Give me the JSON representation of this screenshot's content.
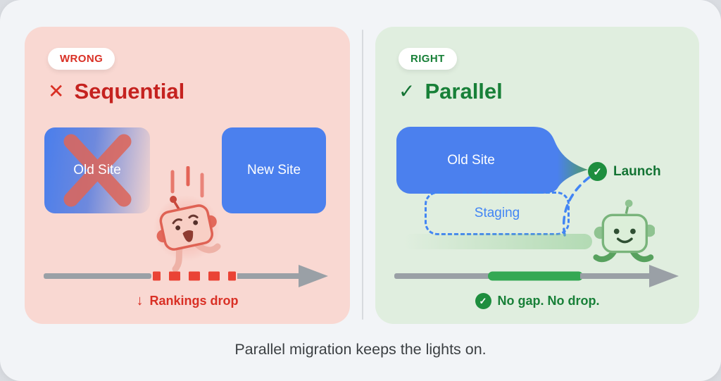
{
  "caption": "Parallel migration keeps the lights on.",
  "left": {
    "badge": "WRONG",
    "icon_glyph": "✕",
    "title": "Sequential",
    "old_site": "Old Site",
    "new_site": "New Site",
    "note_icon": "↓",
    "note": "Rankings drop"
  },
  "right": {
    "badge": "RIGHT",
    "icon_glyph": "✓",
    "title": "Parallel",
    "old_site": "Old Site",
    "staging": "Staging",
    "launch_icon": "✓",
    "launch": "Launch",
    "note_icon": "✓",
    "note": "No gap. No drop."
  },
  "colors": {
    "wrong_red": "#d93025",
    "right_green": "#188038",
    "site_blue": "#4b80ee",
    "timeline_gray": "#9aa0a6",
    "dash_red": "#ea4335",
    "segment_green": "#34a853",
    "panel_pink": "#f9d8d2",
    "panel_green": "#e0eedf"
  }
}
